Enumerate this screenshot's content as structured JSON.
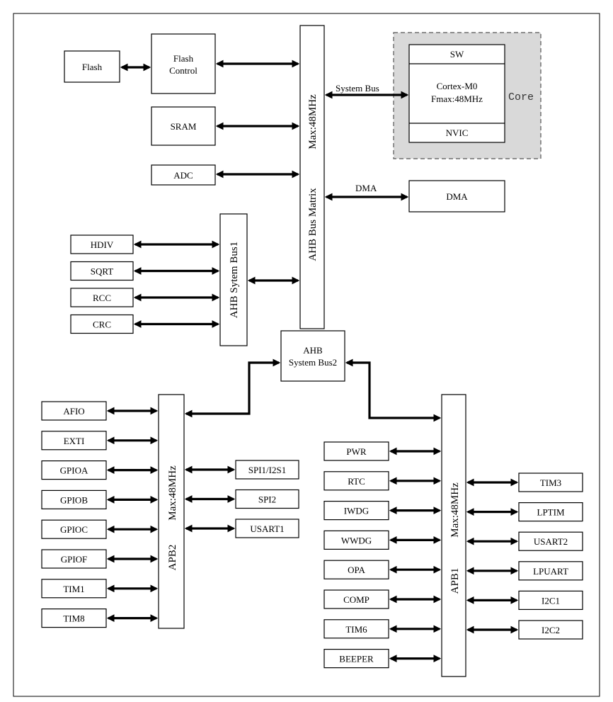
{
  "blocks": {
    "flash": "Flash",
    "flash_control": [
      "Flash",
      "Control"
    ],
    "sram": "SRAM",
    "adc": "ADC",
    "ahb_matrix": "AHB Bus Matrix",
    "ahb_matrix_freq": "Max:48MHz",
    "system_bus": "System Bus",
    "core": {
      "sw": "SW",
      "cpu": "Cortex-M0",
      "fmax": "Fmax:48MHz",
      "nvic": "NVIC",
      "label": "Core"
    },
    "dma_label": "DMA",
    "dma": "DMA",
    "ahb_bus1": "AHB Sytem Bus1",
    "ahb_bus1_items": [
      "HDIV",
      "SQRT",
      "RCC",
      "CRC"
    ],
    "ahb_bus2": [
      "AHB",
      "System Bus2"
    ],
    "apb2": "APB2",
    "apb2_freq": "Max:48MHz",
    "apb2_left": [
      "AFIO",
      "EXTI",
      "GPIOA",
      "GPIOB",
      "GPIOC",
      "GPIOF",
      "TIM1",
      "TIM8"
    ],
    "apb2_right": [
      "SPI1/I2S1",
      "SPI2",
      "USART1"
    ],
    "apb1": "APB1",
    "apb1_freq": "Max:48MHz",
    "apb1_left": [
      "PWR",
      "RTC",
      "IWDG",
      "WWDG",
      "OPA",
      "COMP",
      "TIM6",
      "BEEPER"
    ],
    "apb1_right": [
      "TIM3",
      "LPTIM",
      "USART2",
      "LPUART",
      "I2C1",
      "I2C2"
    ]
  },
  "colors": {
    "core_fill": "#d9d9d9",
    "stroke": "#000000"
  }
}
